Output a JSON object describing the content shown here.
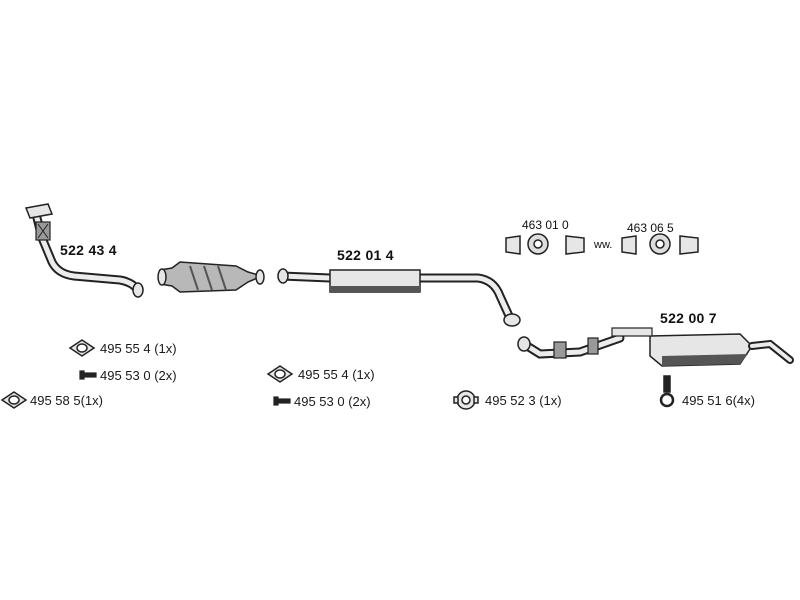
{
  "parts": {
    "front_pipe": "522 43 4",
    "middle_silencer": "522 01 4",
    "rear_silencer": "522 00 7"
  },
  "clamps": {
    "clamp_a": "463 01 0",
    "clamp_b": "463 06 5",
    "clamp_separator": "ww."
  },
  "hardware": {
    "gasket_1": "495 55 4 (1x)",
    "bolt_1": "495 53 0 (2x)",
    "gasket_2": "495 58 5(1x)",
    "gasket_3": "495 55 4 (1x)",
    "bolt_2": "495 53 0 (2x)",
    "ring_gasket": "495 52 3 (1x)",
    "rubber_mount": "495 51 6(4x)"
  },
  "colors": {
    "line": "#222222",
    "fill_light": "#e6e6e6",
    "fill_mid": "#b8b8b8",
    "fill_dark": "#555555"
  }
}
